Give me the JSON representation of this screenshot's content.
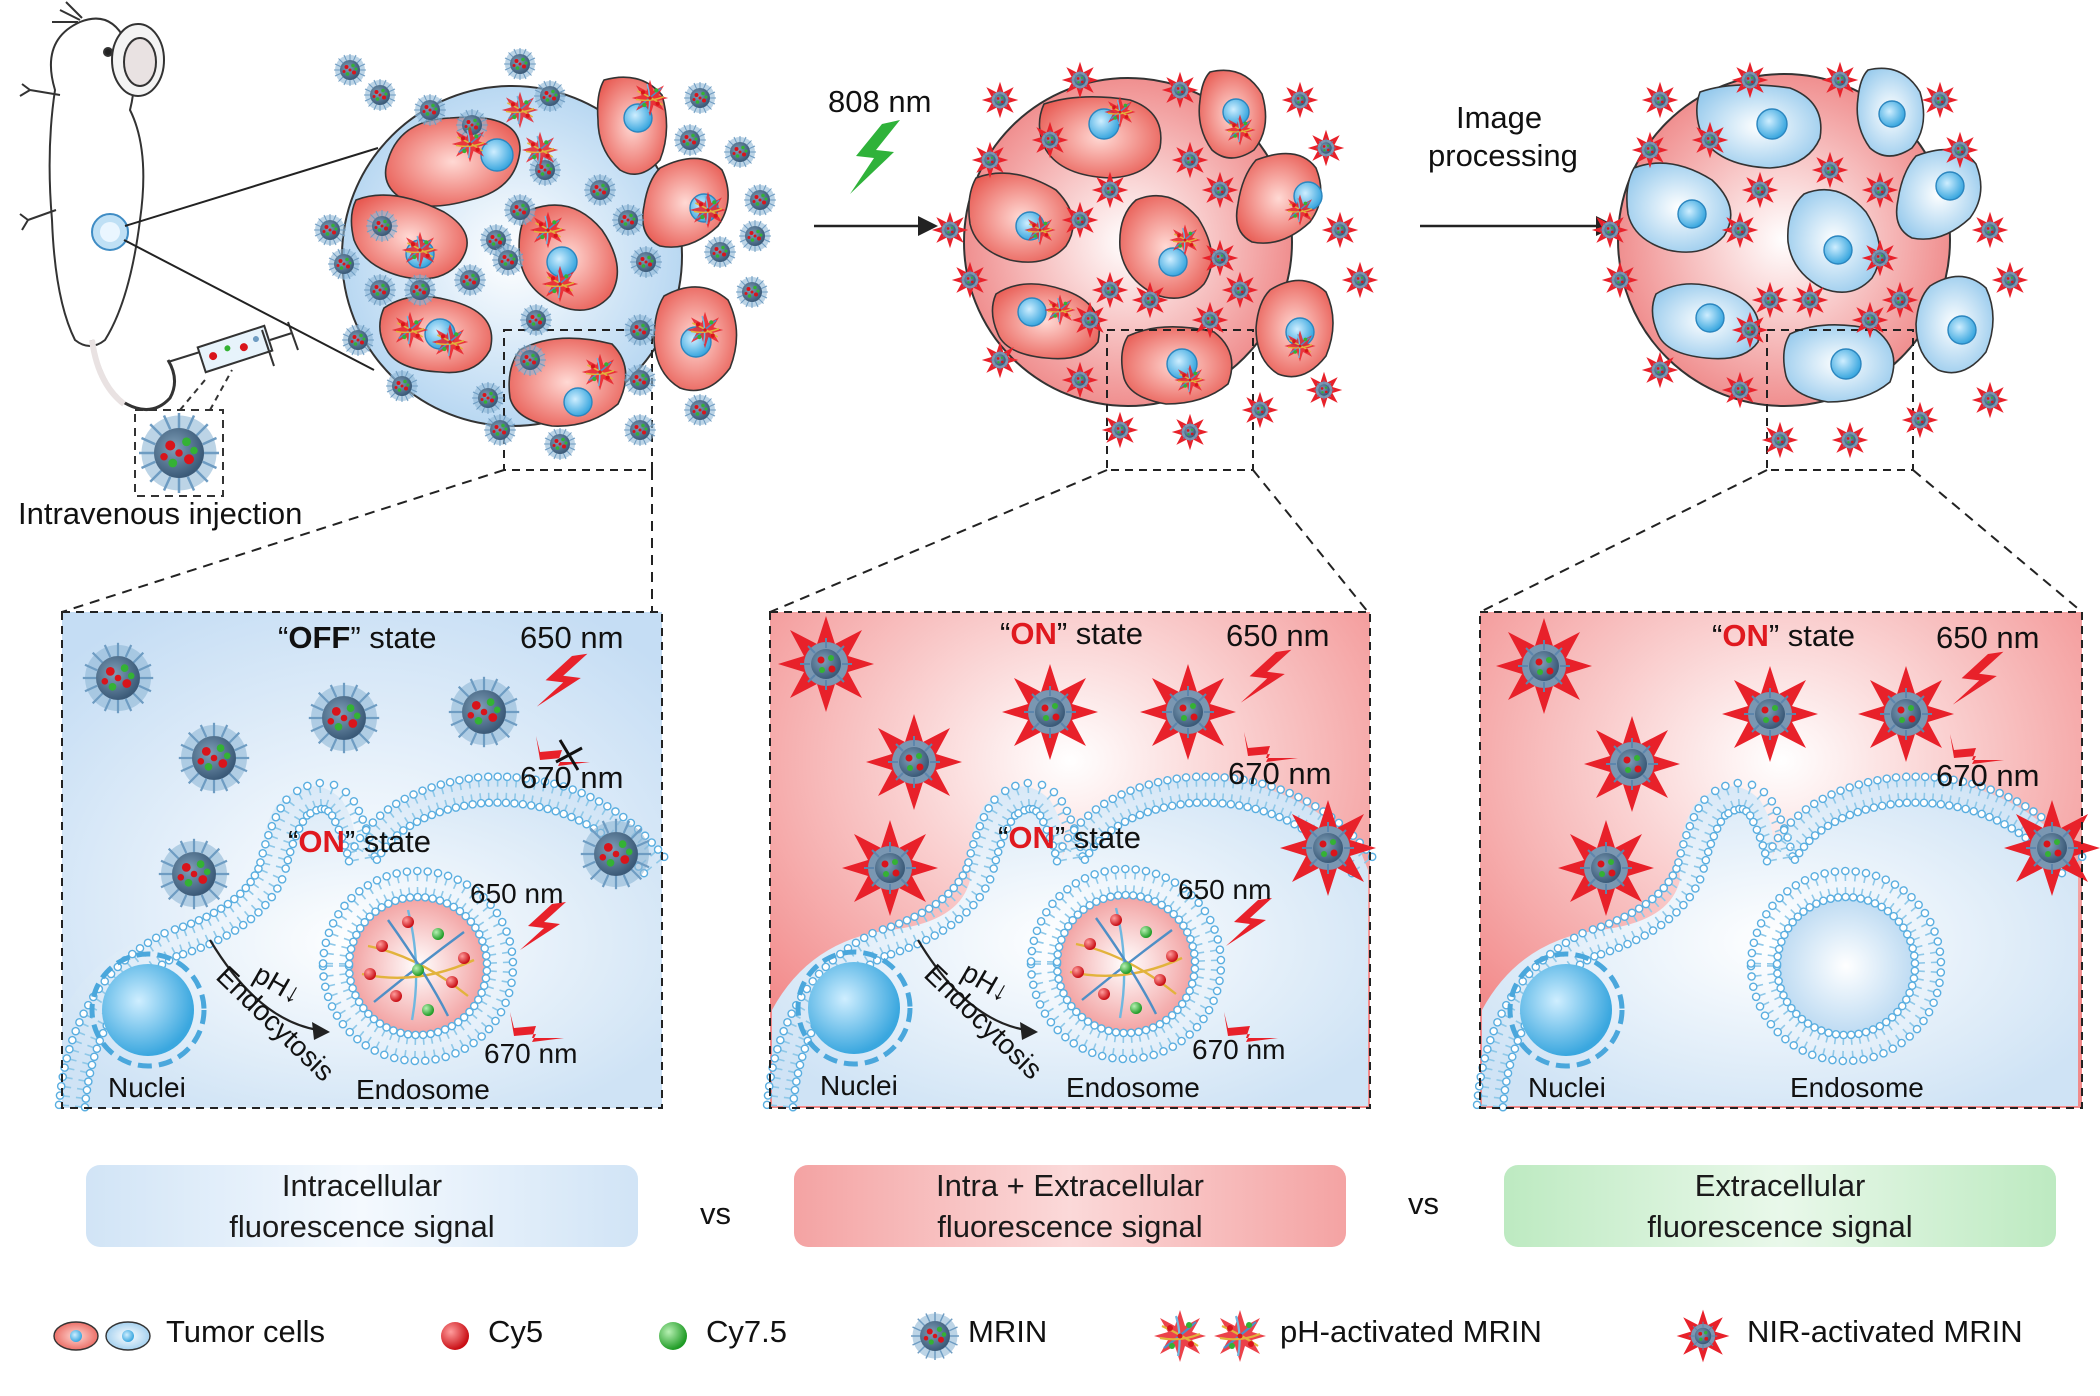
{
  "labels": {
    "wavelength_808": "808 nm",
    "image_processing_1": "Image",
    "image_processing_2": "processing",
    "injection": "Intravenous injection"
  },
  "panels": [
    {
      "id": "left",
      "state_open": "“",
      "state_word": "OFF",
      "state_close": "” state",
      "ex_label": "650 nm",
      "em_label": "670 nm",
      "inner_state_open": "“",
      "inner_state_word": "ON",
      "inner_state_close": "” state",
      "inner_ex": "650 nm",
      "inner_em": "670 nm",
      "ph": "pH↓",
      "endocytosis": "Endocytosis",
      "nuclei": "Nuclei",
      "endosome": "Endosome"
    },
    {
      "id": "middle",
      "state_open": "“",
      "state_word": "ON",
      "state_close": "” state",
      "ex_label": "650 nm",
      "em_label": "670 nm",
      "inner_state_open": "“",
      "inner_state_word": "ON",
      "inner_state_close": "” state",
      "inner_ex": "650 nm",
      "inner_em": "670 nm",
      "ph": "pH↓",
      "endocytosis": "Endocytosis",
      "nuclei": "Nuclei",
      "endosome": "Endosome"
    },
    {
      "id": "right",
      "state_open": "“",
      "state_word": "ON",
      "state_close": "” state",
      "ex_label": "650 nm",
      "em_label": "670 nm",
      "nuclei": "Nuclei",
      "endosome": "Endosome"
    }
  ],
  "signals": [
    {
      "line1": "Intracellular",
      "line2": "fluorescence signal",
      "color": "#d6e6f7"
    },
    {
      "line1": "Intra + Extracellular",
      "line2": "fluorescence signal",
      "color": "#f5a9a9"
    },
    {
      "line1": "Extracellular",
      "line2": "fluorescence signal",
      "color": "#c6edc9"
    }
  ],
  "vs": "vs",
  "legend": {
    "tumor_cells": "Tumor cells",
    "cy5": "Cy5",
    "cy75": "Cy7.5",
    "mrin": "MRIN",
    "ph_mrin": "pH-activated MRIN",
    "nir_mrin": "NIR-activated MRIN"
  },
  "colors": {
    "red_state": "#e0191f",
    "cell_red": "#ee6b63",
    "nucleus_blue": "#63b7e6",
    "membrane_blue": "#8fc8e8",
    "star_red": "#e8212a",
    "lightning_red": "#e8212a",
    "lightning_green": "#2fb23a",
    "cy5_red": "#d9141b",
    "cy75_green": "#34b234"
  },
  "icons": [
    "mouse-icon",
    "syringe-icon",
    "lightning-icon",
    "nanoparticle-icon",
    "star-nanoparticle-icon"
  ]
}
